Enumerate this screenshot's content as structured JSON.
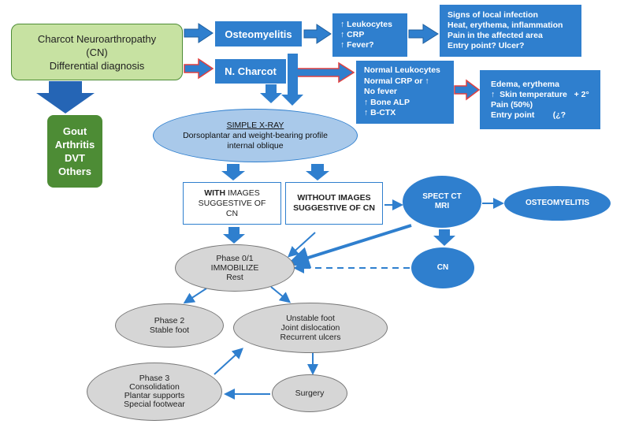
{
  "colors": {
    "blue": "#2f7fce",
    "green": "#c7e2a2",
    "dark_green": "#4d8c35",
    "grey": "#d6d6d6",
    "light_blue_ellipse": "#a9c9ea"
  },
  "charcot": {
    "lines": [
      "Charcot Neuroarthropathy",
      "(CN)",
      "Differential diagnosis"
    ]
  },
  "differential": {
    "items": [
      "Gout",
      "Arthritis",
      "DVT",
      "Others"
    ]
  },
  "osteomyelitis_box": {
    "label": "Osteomyelitis"
  },
  "osteo_labs": {
    "lines": [
      "↑ Leukocytes",
      "↑ CRP",
      "↑ Fever?"
    ]
  },
  "osteo_signs": {
    "lines": [
      "Signs of local infection",
      "Heat, erythema, inflammation",
      "Pain in the affected area",
      "Entry point? Ulcer?"
    ]
  },
  "ncharcot_box": {
    "label": "N. Charcot"
  },
  "charcot_labs": {
    "lines": [
      "Normal Leukocytes",
      "Normal CRP or ↑",
      "No fever",
      "↑ Bone ALP",
      "↑ B-CTX"
    ]
  },
  "charcot_signs": {
    "lines": [
      "Edema, erythema",
      "↑  Skin temperature   + 2°",
      "Pain (50%)",
      "Entry point        (¿?"
    ]
  },
  "xray": {
    "title": "SIMPLE X-RAY",
    "lines": [
      "Dorsoplantar and weight-bearing profile",
      "internal oblique"
    ]
  },
  "with_images": {
    "bold": "WITH",
    "rest": " IMAGES",
    "lines": [
      "SUGGESTIVE OF",
      "CN"
    ]
  },
  "without_images": {
    "lines": [
      "WITHOUT IMAGES",
      "SUGGESTIVE OF CN"
    ]
  },
  "spect": {
    "lines": [
      "SPECT CT",
      "MRI"
    ]
  },
  "osteomyelitis_ellipse": {
    "label": "OSTEOMYELITIS"
  },
  "cn_ellipse": {
    "label": "CN"
  },
  "phase01": {
    "lines": [
      "Phase 0/1",
      "IMMOBILIZE",
      "Rest"
    ]
  },
  "phase2": {
    "lines": [
      "Phase 2",
      "Stable foot"
    ]
  },
  "unstable": {
    "lines": [
      "Unstable foot",
      "Joint dislocation",
      "Recurrent ulcers"
    ]
  },
  "phase3": {
    "lines": [
      "Phase 3",
      "Consolidation",
      "Plantar supports",
      "Special footwear"
    ]
  },
  "surgery": {
    "label": "Surgery"
  }
}
